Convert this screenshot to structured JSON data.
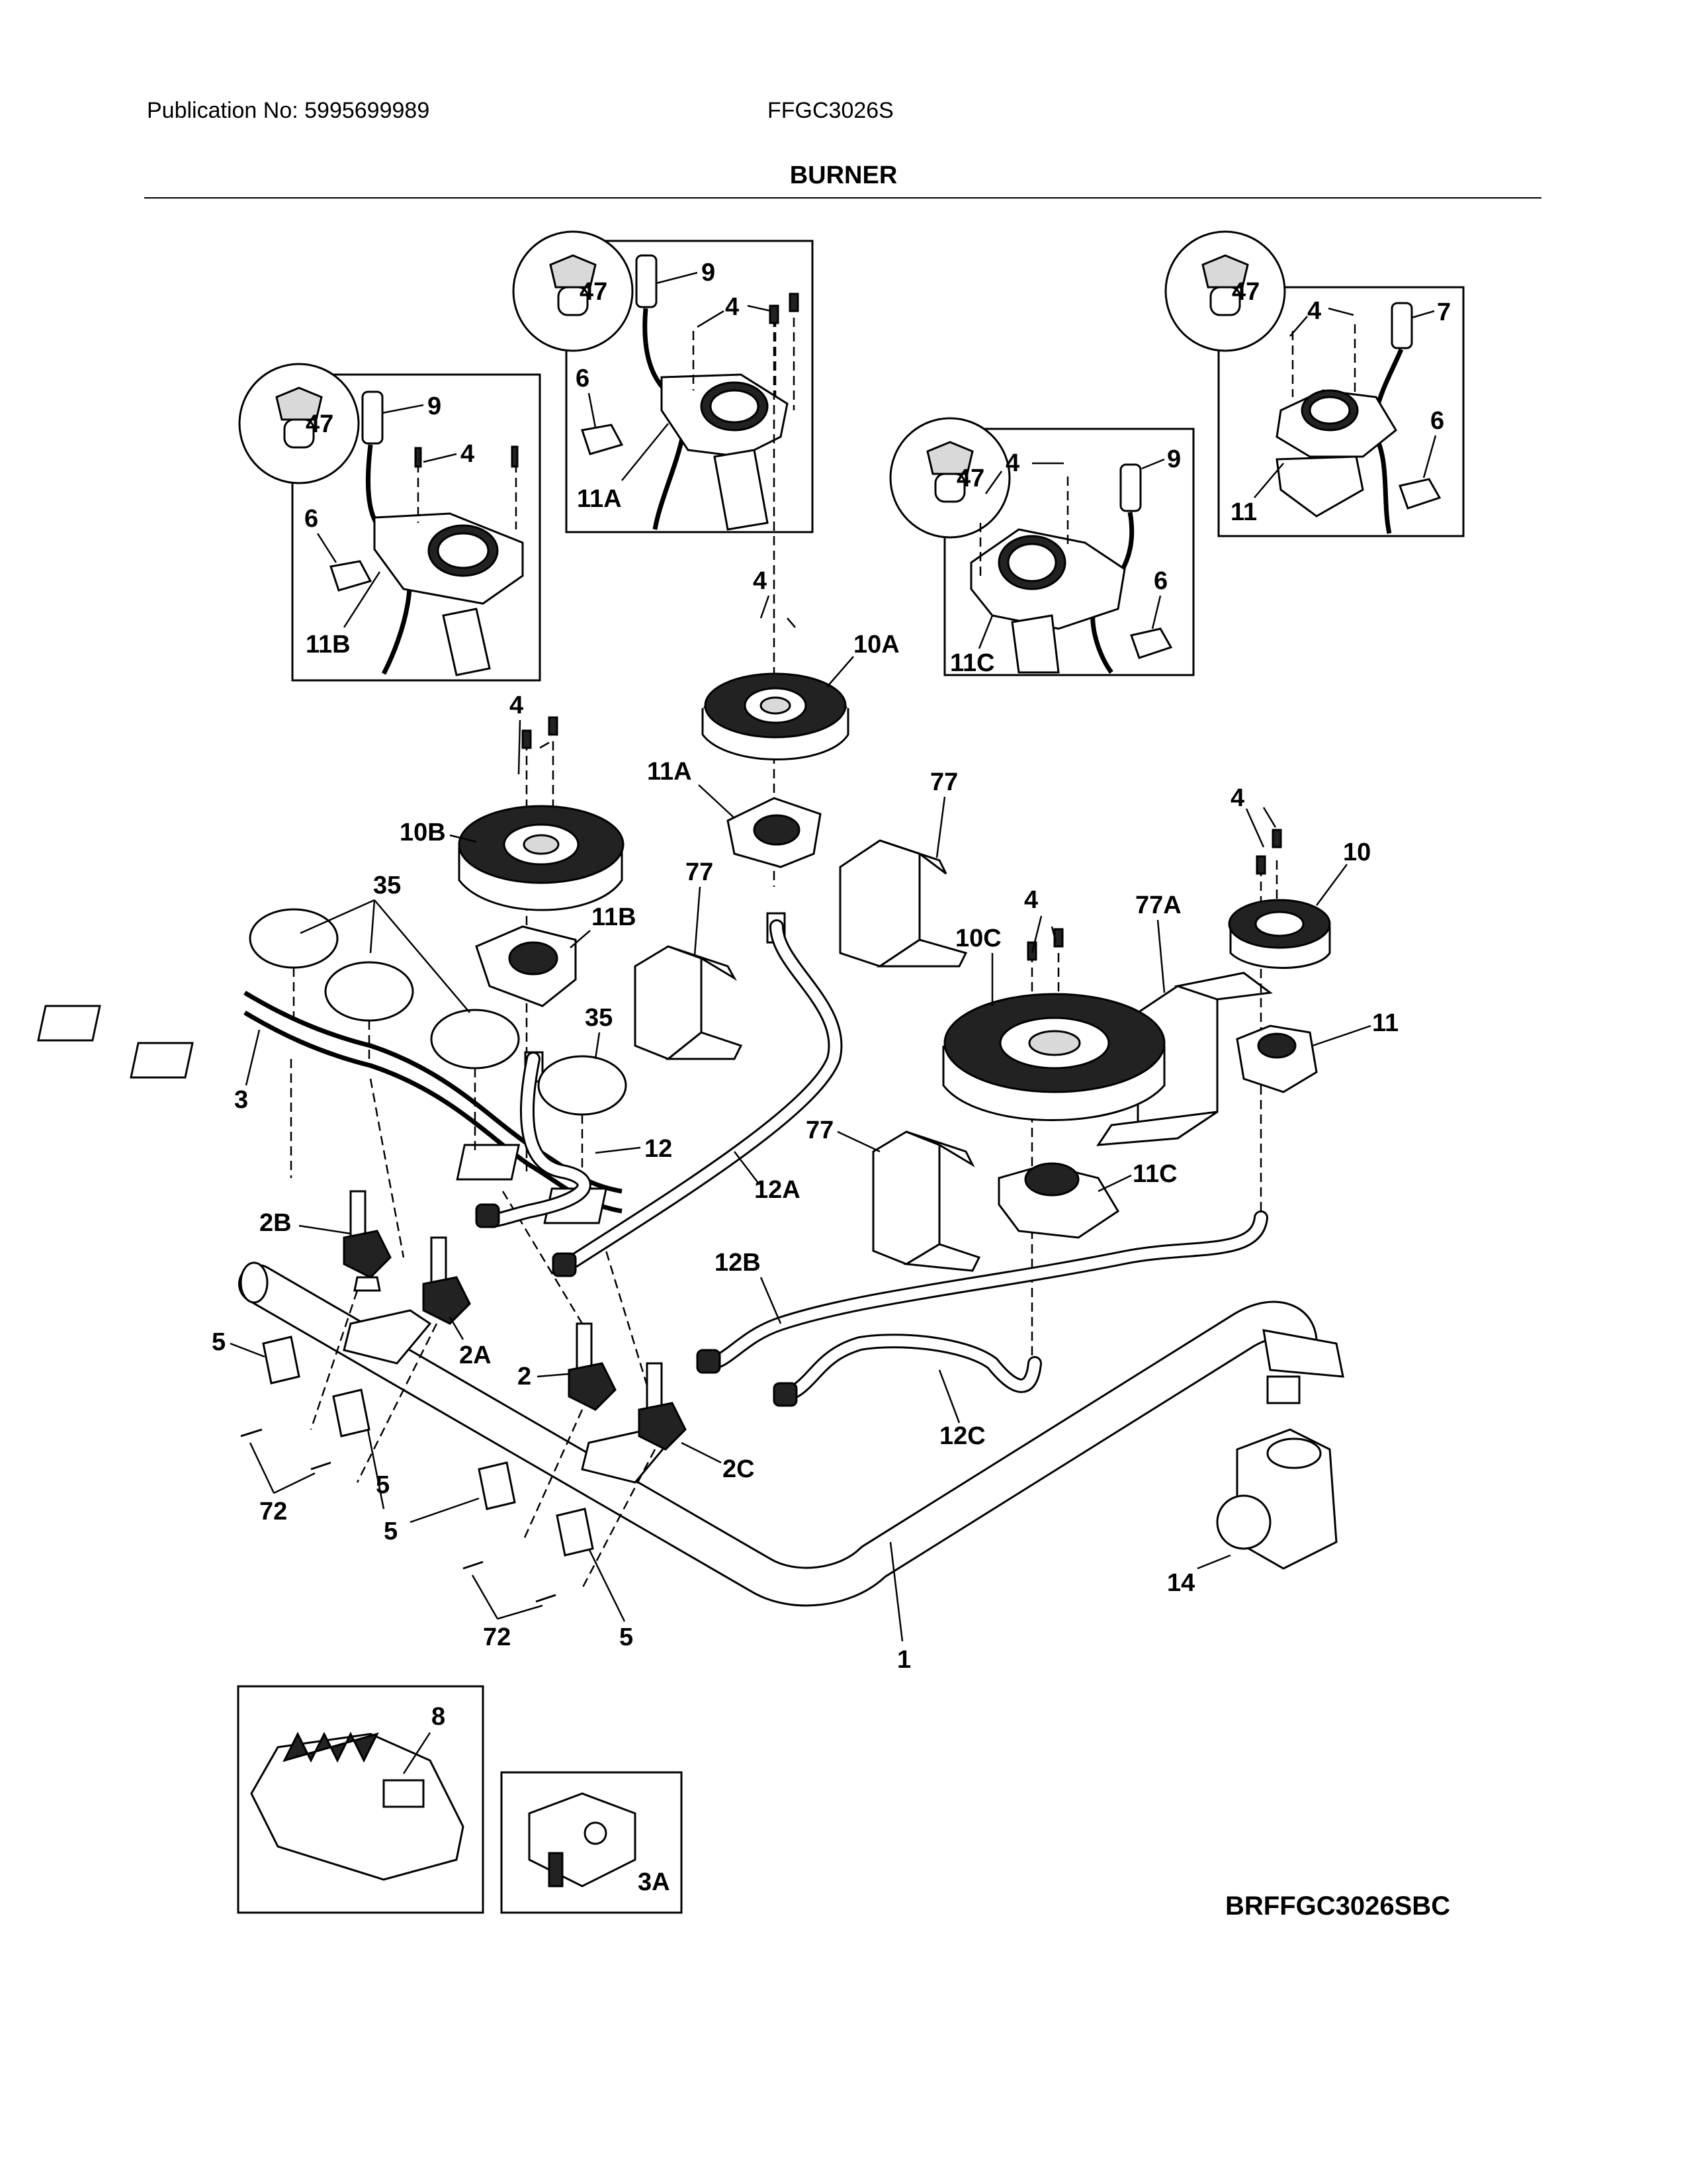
{
  "header": {
    "publication": "Publication No: 5995699989",
    "model": "FFGC3026S",
    "title": "BURNER"
  },
  "diagram_code": "BRFFGC3026SBC",
  "callouts": {
    "c47_a": "47",
    "c9_a": "9",
    "c4_a": "4",
    "c6_a": "6",
    "c11b_a": "11B",
    "c47_b": "47",
    "c9_b": "9",
    "c4_b": "4",
    "c6_b": "6",
    "c11a_a": "11A",
    "c47_c": "47",
    "c4_c": "4",
    "c9_c": "9",
    "c6_c": "6",
    "c11c_a": "11C",
    "c47_d": "47",
    "c4_d": "4",
    "c7": "7",
    "c6_d": "6",
    "c11_a": "11",
    "c4_e": "4",
    "c10a": "10A",
    "c11a_b": "11A",
    "c4_f": "4",
    "c10b": "10B",
    "c11b_b": "11B",
    "c35_a": "35",
    "c35_b": "35",
    "c3": "3",
    "c77_a": "77",
    "c77_b": "77",
    "c4_g": "4",
    "c10c": "10C",
    "c77a": "77A",
    "c4_h": "4",
    "c10": "10",
    "c11_b": "11",
    "c12": "12",
    "c12a": "12A",
    "c77_c": "77",
    "c11c_b": "11C",
    "c2b": "2B",
    "c2a": "2A",
    "c2": "2",
    "c2c": "2C",
    "c12b": "12B",
    "c12c": "12C",
    "c5_a": "5",
    "c5_b": "5",
    "c5_c": "5",
    "c5_d": "5",
    "c72_a": "72",
    "c72_b": "72",
    "c14": "14",
    "c1": "1",
    "c8": "8",
    "c3a": "3A"
  }
}
